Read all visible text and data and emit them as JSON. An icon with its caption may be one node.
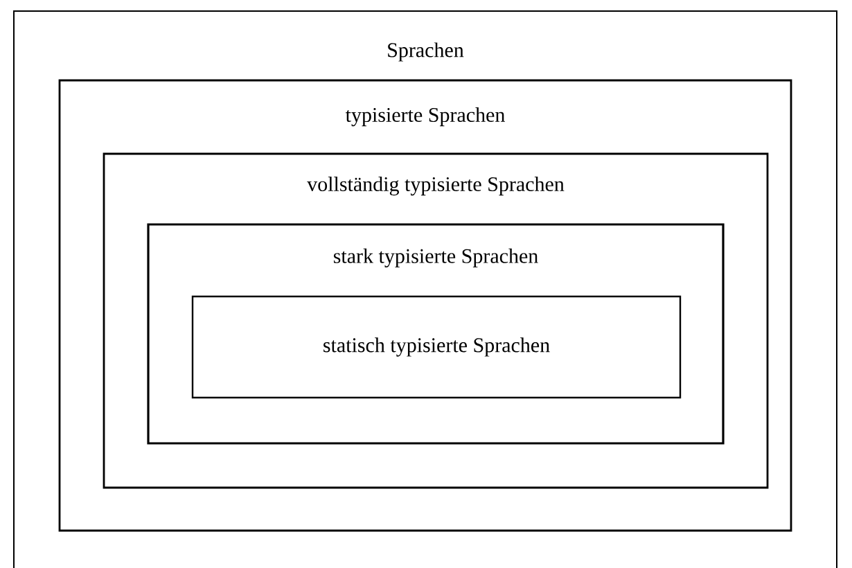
{
  "diagram": {
    "nodes": [
      {
        "text": [
          "Sprachen"
        ]
      },
      {
        "text": [
          "typisierte Sprachen"
        ],
        "in": 0
      },
      {
        "text": [
          "vollständig typisierte Sprachen"
        ],
        "in": 1
      },
      {
        "text": [
          "stark typisierte Sprachen"
        ],
        "in": 2
      },
      {
        "text": [
          "statisch typisierte Sprachen"
        ],
        "in": 3
      }
    ]
  }
}
